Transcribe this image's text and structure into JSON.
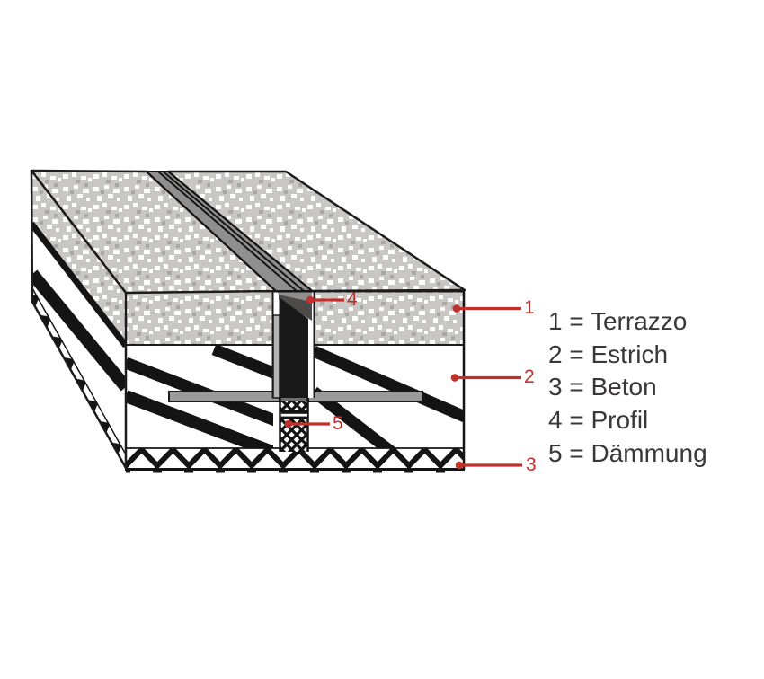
{
  "page": {
    "background": "#ffffff"
  },
  "legend": {
    "text_color": "#3b3738",
    "items": [
      {
        "number": "1",
        "material": "Terrazzo",
        "label": "1 = Terrazzo"
      },
      {
        "number": "2",
        "material": "Estrich",
        "label": "2 = Estrich"
      },
      {
        "number": "3",
        "material": "Beton",
        "label": "3 = Beton"
      },
      {
        "number": "4",
        "material": "Profil",
        "label": "4 = Profil"
      },
      {
        "number": "5",
        "material": "Dämmung",
        "label": "5 = Dämmung"
      }
    ]
  },
  "callouts": {
    "color": "#c1312b",
    "items": [
      {
        "number": "1"
      },
      {
        "number": "2"
      },
      {
        "number": "3"
      },
      {
        "number": "4"
      },
      {
        "number": "5"
      }
    ]
  },
  "colors": {
    "ink": "#1c1c1c",
    "leader_red": "#c1312b",
    "terrazzo_base": "#c9c7c4",
    "profile_gray": "#8f8f8f",
    "flange_gray": "#9b9b9b",
    "joint_shadow": "#4e4a48",
    "legend_text": "#3b3738"
  }
}
